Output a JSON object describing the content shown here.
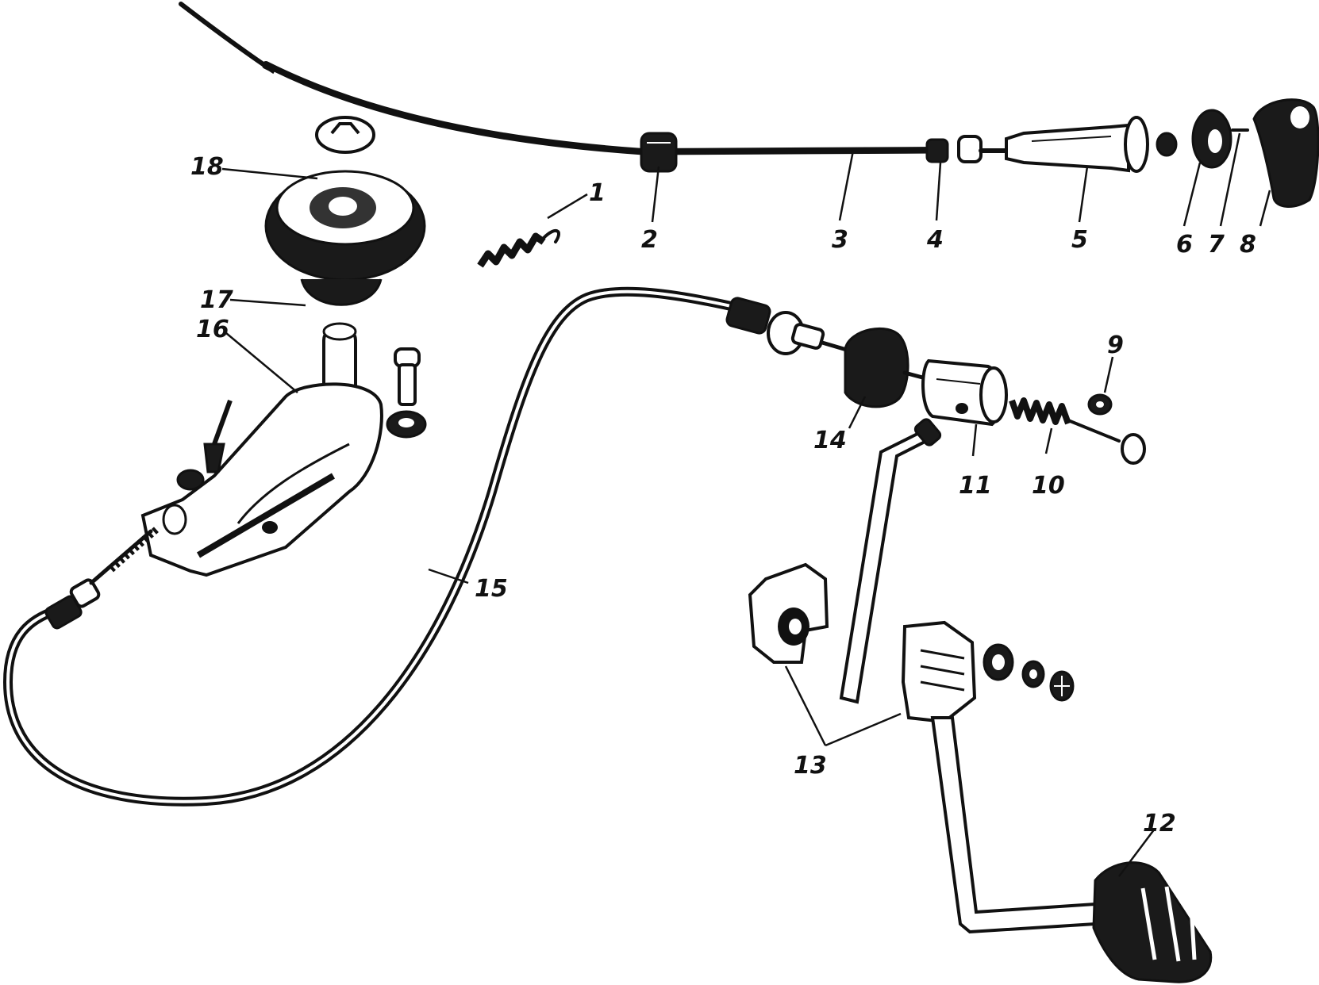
{
  "callouts": [
    {
      "n": "1"
    },
    {
      "n": "2"
    },
    {
      "n": "3"
    },
    {
      "n": "4"
    },
    {
      "n": "5"
    },
    {
      "n": "6"
    },
    {
      "n": "7"
    },
    {
      "n": "8"
    },
    {
      "n": "9"
    },
    {
      "n": "10"
    },
    {
      "n": "11"
    },
    {
      "n": "12"
    },
    {
      "n": "13"
    },
    {
      "n": "14"
    },
    {
      "n": "15"
    },
    {
      "n": "16"
    },
    {
      "n": "17"
    },
    {
      "n": "18"
    }
  ],
  "colors": {
    "ink": "#111111",
    "paper": "#ffffff"
  }
}
